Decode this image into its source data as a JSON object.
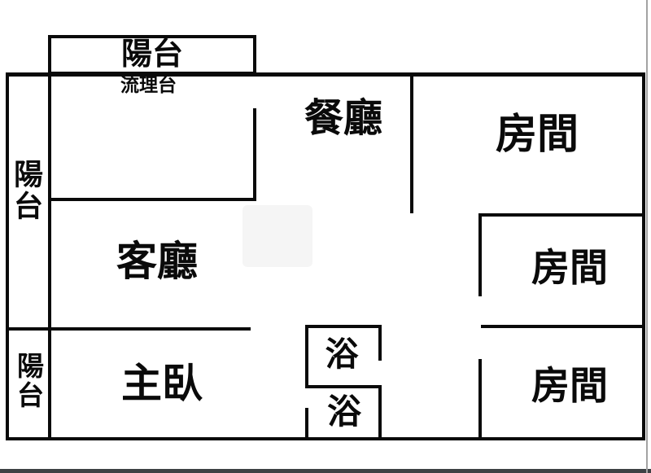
{
  "floorplan": {
    "balcony_top": {
      "label": "陽台"
    },
    "kitchen_counter": {
      "label": "流理台"
    },
    "balcony_left_upper": {
      "label": "陽台"
    },
    "balcony_left_lower": {
      "label": "陽台"
    },
    "dining_room": {
      "label": "餐廳"
    },
    "living_room": {
      "label": "客廳"
    },
    "master_bedroom": {
      "label": "主臥"
    },
    "bedroom_top_right": {
      "label": "房間"
    },
    "bedroom_mid_right": {
      "label": "房間"
    },
    "bedroom_bottom_right": {
      "label": "房間"
    },
    "bath_upper": {
      "label": "浴"
    },
    "bath_lower": {
      "label": "浴"
    }
  },
  "colors": {
    "wall": "#0a0a0a",
    "background": "#ffffff",
    "bottom_bar": "#3d4144",
    "right_edge_line": "#a3a3a3",
    "watermark": "#f4f4f4"
  }
}
